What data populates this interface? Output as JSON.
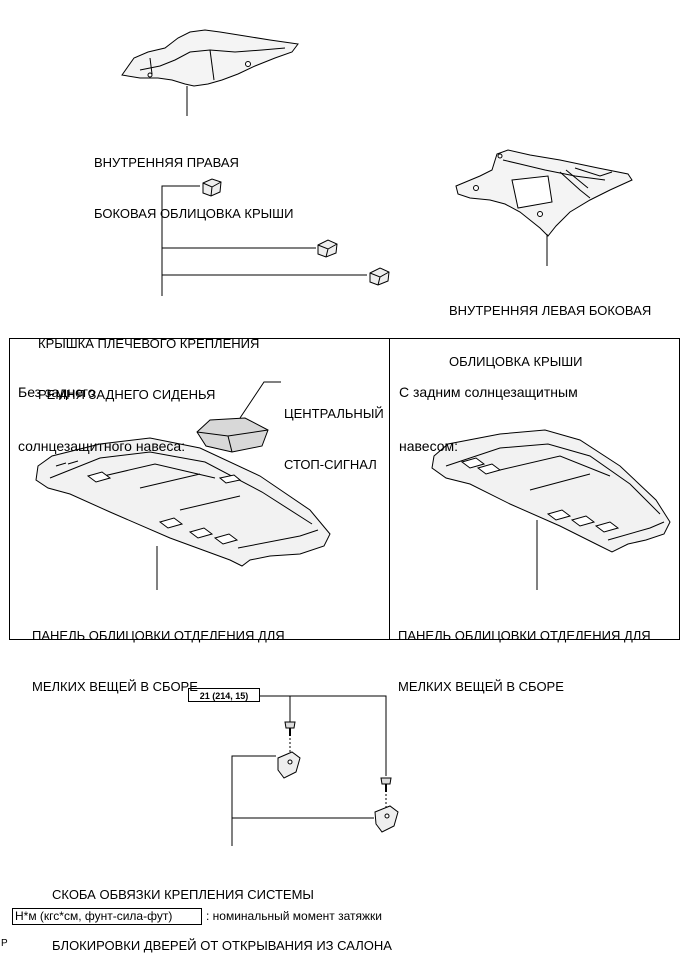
{
  "labels": {
    "right_trim": [
      "ВНУТРЕННЯЯ ПРАВАЯ",
      "БОКОВАЯ ОБЛИЦОВКА КРЫШИ"
    ],
    "left_trim": [
      "ВНУТРЕННЯЯ ЛЕВАЯ БОКОВАЯ",
      "ОБЛИЦОВКА КРЫШИ"
    ],
    "belt_cover": [
      "КРЫШКА ПЛЕЧЕВОГО КРЕПЛЕНИЯ",
      "РЕМНЯ ЗАДНЕГО СИДЕНЬЯ"
    ],
    "panel_left_heading": [
      "Без заднего",
      "солнцезащитного навеса:"
    ],
    "panel_right_heading": [
      "С задним солнцезащитным",
      "навесом:"
    ],
    "stop_lamp": [
      "ЦЕНТРАЛЬНЫЙ",
      "СТОП-СИГНАЛ"
    ],
    "package_tray_left": [
      "ПАНЕЛЬ ОБЛИЦОВКИ ОТДЕЛЕНИЯ ДЛЯ",
      "МЕЛКИХ ВЕЩЕЙ В СБОРЕ"
    ],
    "package_tray_right": [
      "ПАНЕЛЬ ОБЛИЦОВКИ ОТДЕЛЕНИЯ ДЛЯ",
      "МЕЛКИХ ВЕЩЕЙ В СБОРЕ"
    ],
    "bracket": [
      "СКОБА ОБВЯЗКИ КРЕПЛЕНИЯ СИСТЕМЫ",
      "БЛОКИРОВКИ ДВЕРЕЙ ОТ ОТКРЫВАНИЯ ИЗ САЛОНА"
    ]
  },
  "torque": "21 (214, 15)",
  "legend": {
    "unit": "Н*м (кгс*см, фунт-сила-фут)",
    "description": ": номинальный момент затяжки"
  },
  "corner_mark": "P"
}
